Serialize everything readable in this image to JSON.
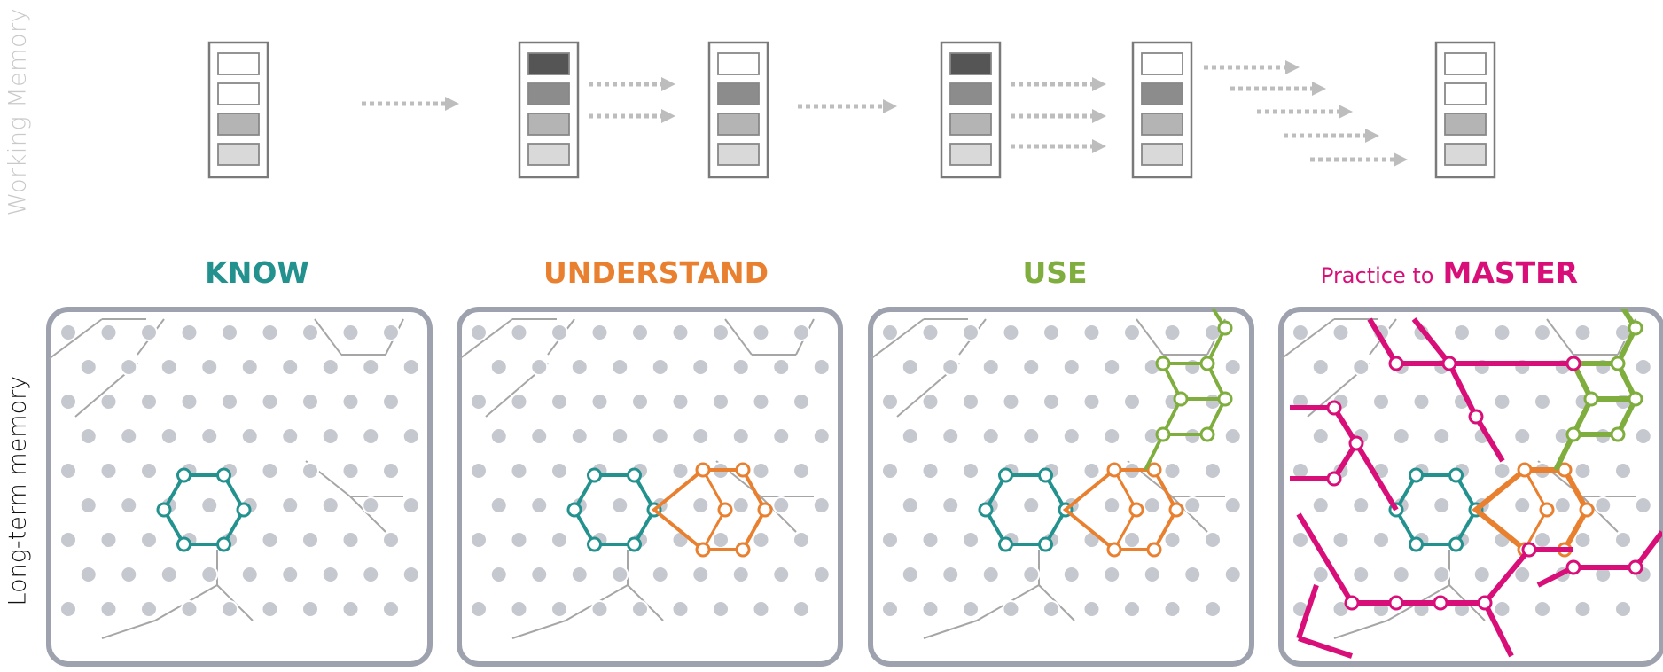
{
  "labels": {
    "working_memory": "Working Memory",
    "long_term_memory": "Long-term memory"
  },
  "stages": {
    "know": "KNOW",
    "understand": "UNDERSTAND",
    "use": "USE",
    "master_prefix": "Practice to",
    "master": "MASTER"
  },
  "colors": {
    "know": "#23918e",
    "understand": "#e8802f",
    "use": "#7fae3e",
    "master": "#d80f78",
    "node": "#c6c8d0",
    "panel_border": "#9ea1ae",
    "arrow": "#bdbdbd",
    "slot_dark": "#555555",
    "slot_mid": "#8c8c8c",
    "slot_light": "#b4b4b4",
    "slot_lighter": "#d9d9d9"
  },
  "working_memory_stacks": [
    {
      "slots": [
        "empty",
        "empty",
        "light",
        "lighter"
      ]
    },
    {
      "slots": [
        "dark",
        "mid",
        "light",
        "lighter"
      ]
    },
    {
      "slots": [
        "empty",
        "mid",
        "light",
        "lighter"
      ]
    },
    {
      "slots": [
        "dark",
        "mid",
        "light",
        "lighter"
      ]
    },
    {
      "slots": [
        "empty",
        "mid",
        "light",
        "lighter"
      ]
    },
    {
      "slots": [
        "empty",
        "empty",
        "light",
        "lighter"
      ]
    }
  ]
}
